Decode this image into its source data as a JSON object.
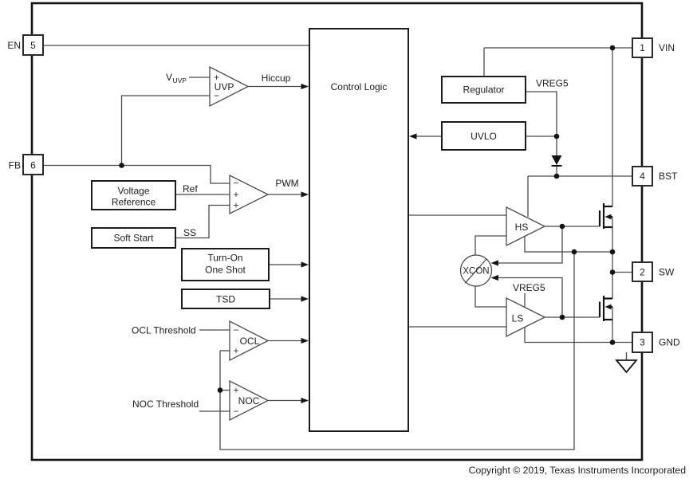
{
  "diagram": {
    "pins": {
      "en": {
        "number": "5",
        "label": "EN"
      },
      "fb": {
        "number": "6",
        "label": "FB"
      },
      "vin": {
        "number": "1",
        "label": "VIN"
      },
      "bst": {
        "number": "4",
        "label": "BST"
      },
      "sw": {
        "number": "2",
        "label": "SW"
      },
      "gnd": {
        "number": "3",
        "label": "GND"
      }
    },
    "blocks": {
      "control_logic": "Control Logic",
      "regulator": "Regulator",
      "uvlo": "UVLO",
      "voltage_reference_line1": "Voltage",
      "voltage_reference_line2": "Reference",
      "soft_start": "Soft Start",
      "turn_on_line1": "Turn-On",
      "turn_on_line2": "One Shot",
      "tsd": "TSD"
    },
    "comparators": {
      "uvp": "UVP",
      "ocl": "OCL",
      "noc": "NOC"
    },
    "drivers": {
      "hs": "HS",
      "ls": "LS"
    },
    "xcon_label": "XCON",
    "signals": {
      "hiccup": "Hiccup",
      "pwm": "PWM",
      "ref": "Ref",
      "ss": "SS",
      "vreg5": "VREG5",
      "ocl_threshold": "OCL Threshold",
      "noc_threshold": "NOC Threshold",
      "vuvp_base": "V",
      "vuvp_sub": "UVP"
    },
    "symbols": {
      "plus": "+",
      "minus": "−"
    },
    "footer": {
      "copyright": "Copyright © 2019, Texas Instruments Incorporated"
    },
    "colors": {
      "wire": "#4a4a4a",
      "outline": "#1c1c1c",
      "background": "#ffffff"
    }
  }
}
